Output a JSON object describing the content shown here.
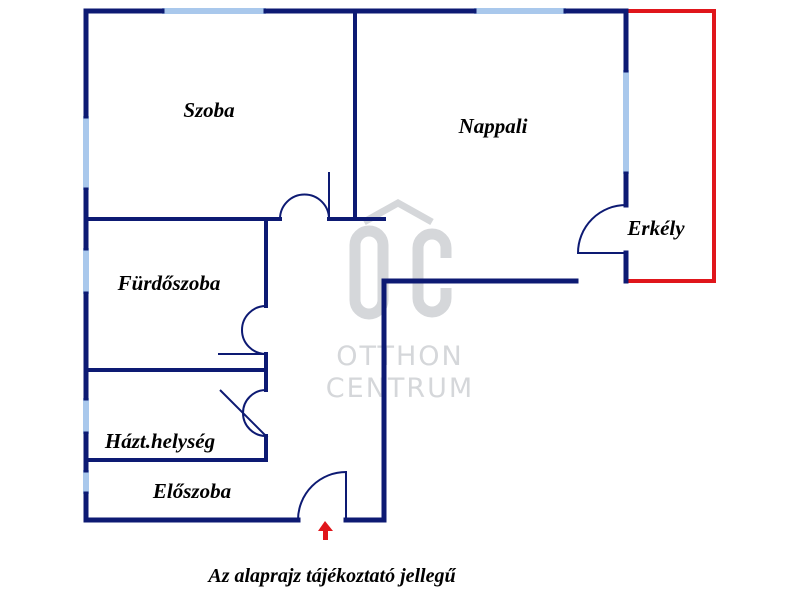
{
  "plan": {
    "rooms": {
      "szoba": "Szoba",
      "nappali": "Nappali",
      "erkely": "Erkély",
      "furdoszoba": "Fürdőszoba",
      "haztartasi": "Házt.helység",
      "eloszoba": "Előszoba"
    },
    "note": "Az alaprajz tájékoztató jellegű",
    "colors": {
      "wall": "#0d1a73",
      "window": "#a9c8ec",
      "balcony": "#e0161b",
      "entrance_arrow": "#e0161b",
      "watermark": "#d5d7da"
    }
  },
  "watermark": {
    "line1": "OTTHON",
    "line2": "CENTRUM"
  }
}
